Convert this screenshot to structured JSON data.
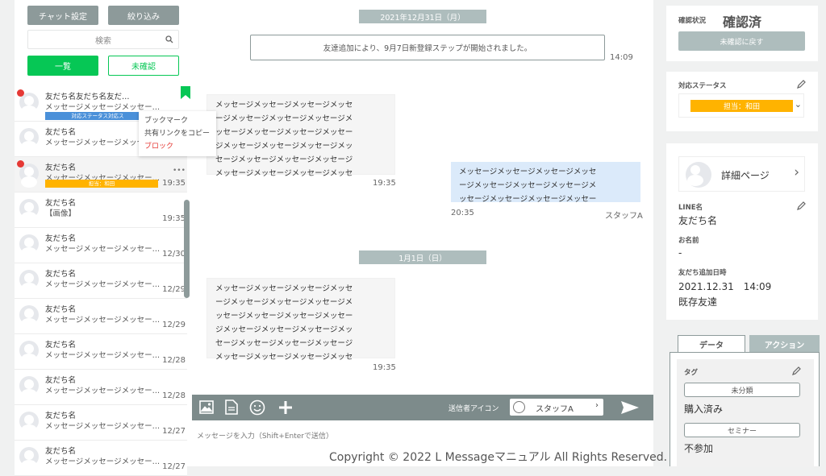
{
  "left": {
    "chat_settings": "チャット設定",
    "filter": "絞り込み",
    "search_placeholder": "検索",
    "tab_all": "一覧",
    "tab_unconfirmed": "未確認",
    "context_menu": [
      "ブックマーク",
      "共有リンクをコピー",
      "ブロック"
    ],
    "items": [
      {
        "name": "友だち名友だち名友だ…",
        "message": "メッセージメッセージメッセー…",
        "time": "",
        "tag": "対応ステータス対応ス"
      },
      {
        "name": "友だち名",
        "message": "メッセージメッセージメッセ",
        "time": "",
        "tag": ""
      },
      {
        "name": "友だち名",
        "message": "メッセージメッセージメッセー…",
        "time": "19:35",
        "tag": "担当：和田"
      },
      {
        "name": "友だち名",
        "message": "【画像】",
        "time": "19:35",
        "tag": ""
      },
      {
        "name": "友だち名",
        "message": "メッセージメッセージメッセー…",
        "time": "12/30",
        "tag": ""
      },
      {
        "name": "友だち名",
        "message": "メッセージメッセージメッセー…",
        "time": "12/29",
        "tag": ""
      },
      {
        "name": "友だち名",
        "message": "メッセージメッセージメッセー…",
        "time": "12/29",
        "tag": ""
      },
      {
        "name": "友だち名",
        "message": "メッセージメッセージメッセー…",
        "time": "12/28",
        "tag": ""
      },
      {
        "name": "友だち名",
        "message": "メッセージメッセージメッセー…",
        "time": "12/28",
        "tag": ""
      },
      {
        "name": "友だち名",
        "message": "メッセージメッセージメッセー…",
        "time": "12/27",
        "tag": ""
      },
      {
        "name": "友だち名",
        "message": "メッセージメッセージメッセー…",
        "time": "12/27",
        "tag": ""
      }
    ],
    "more": "•••"
  },
  "center": {
    "date1": "2021年12月31日（月）",
    "system_message": "友達追加により、9月7日新登録ステップが開始されました。",
    "system_time": "14:09",
    "bubble1": "メッセージメッセージメッセージメッセ\nージメッセージメッセージメッセージメ\nッセージメッセージメッセージメッセー\nジメッセージメッセージメッセージメッ\nセージメッセージメッセージメッセージ\nメッセージメッセージメッセージメッセ",
    "bubble1_time": "19:35",
    "bubble2": "メッセージメッセージメッセージメッセ\nージメッセージメッセージメッセージメ\nッセージメッセージメッセージメッセー",
    "bubble2_time": "20:35",
    "bubble2_staff": "スタッフA",
    "date2": "1月1日（日）",
    "bubble3": "メッセージメッセージメッセージメッセ\nージメッセージメッセージメッセージメ\nッセージメッセージメッセージメッセー\nジメッセージメッセージメッセージメッ\nセージメッセージメッセージメッセージ\nメッセージメッセージメッセージメッセ",
    "bubble3_time": "19:35",
    "sender_icon_label": "送信者アイコン",
    "sender_name": "スタッフA",
    "input_placeholder": "メッセージを入力（Shift+Enterで送信）",
    "copyright": "Copyright © 2022 L Messageマニュアル All Rights Reserved."
  },
  "right": {
    "confirm_label": "確認状況",
    "confirm_value": "確認済",
    "back_unconfirmed": "未確認に戻す",
    "status_label": "対応ステータス",
    "status_value": "担当：和田",
    "detail_page": "詳細ページ",
    "line_name_label": "LINE名",
    "line_name_value": "友だち名",
    "alias_label": "お名前",
    "alias_value": "-",
    "added_label": "友だち追加日時",
    "added_value": "2021.12.31　14:09",
    "added_type": "既存友達",
    "tab_data": "データ",
    "tab_action": "アクション",
    "tag_label": "タグ",
    "tag_group1": "未分類",
    "tag_value1": "購入済み",
    "tag_group2": "セミナー",
    "tag_value2": "不参加"
  },
  "colors": {
    "green": "#06c755",
    "gray": "#8d9a9a",
    "orange": "#ffb300",
    "blue": "#4a90d9",
    "red": "#e53935"
  }
}
